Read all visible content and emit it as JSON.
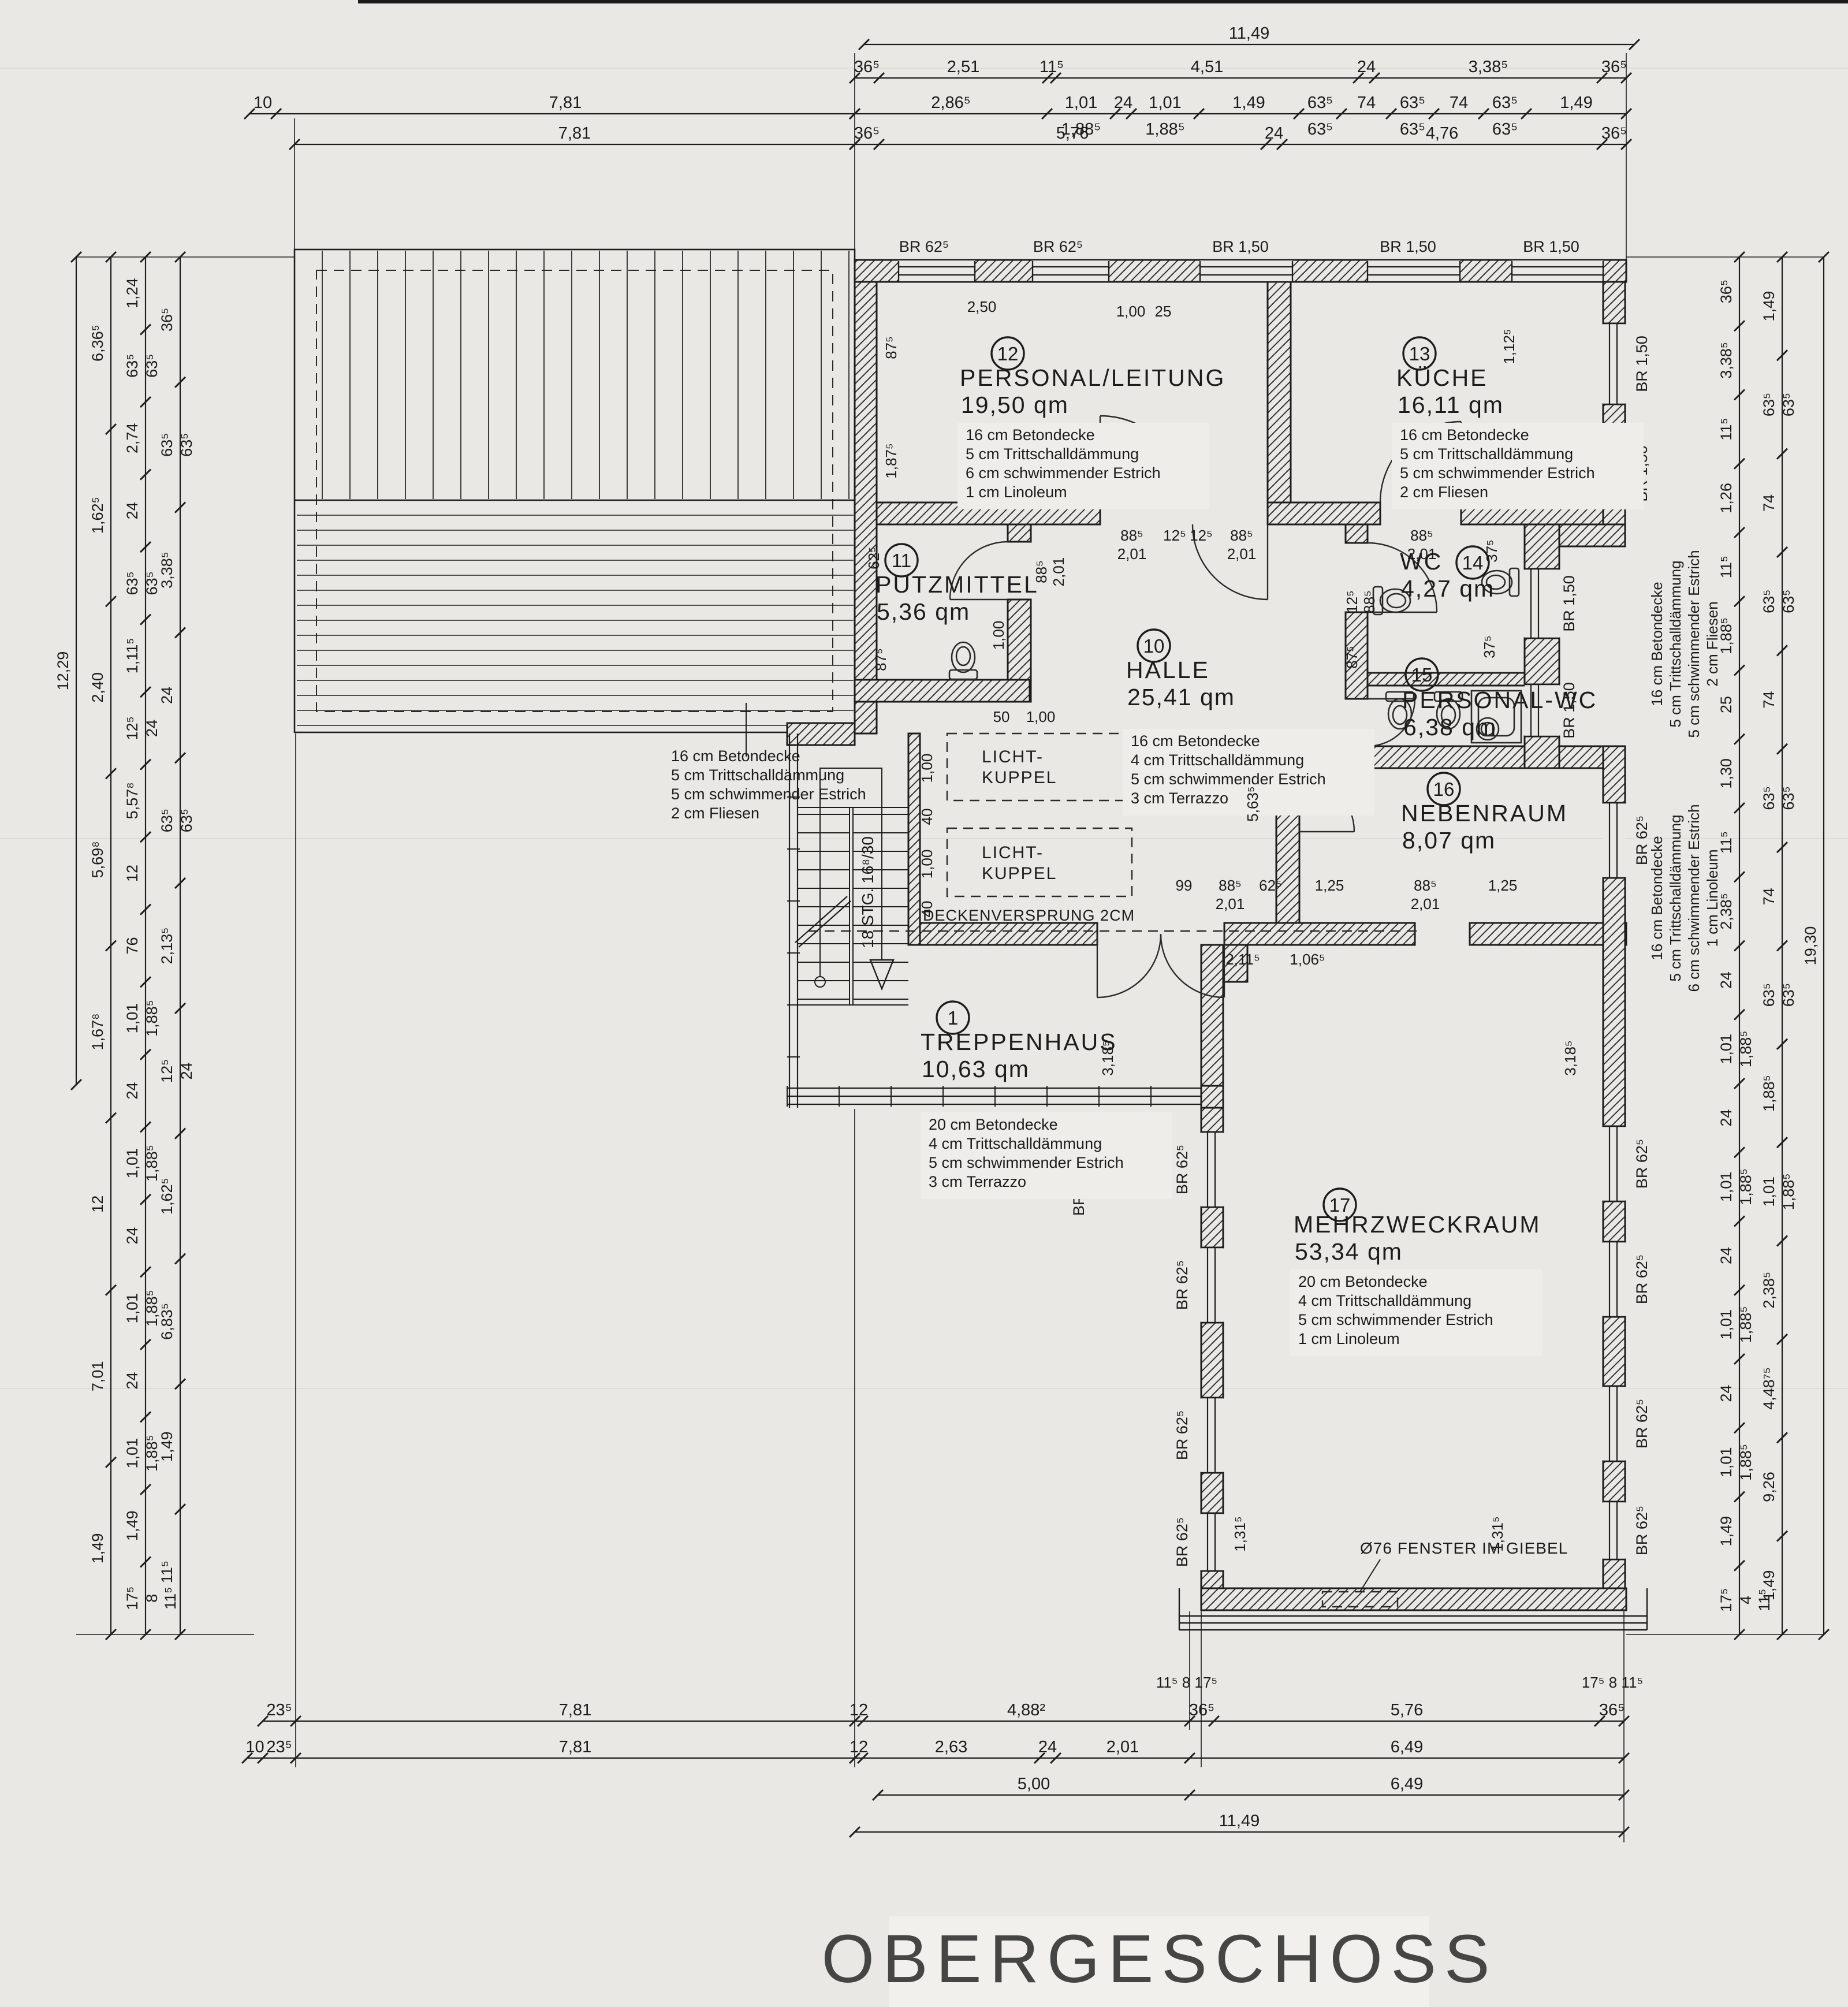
{
  "title": "OBERGESCHOSS",
  "rooms": [
    {
      "number": "12",
      "name": "PERSONAL/LEITUNG",
      "area": "19,50 qm",
      "specs": [
        "16 cm Betondecke",
        "5   cm Trittschalldämmung",
        "6   cm schwimmender Estrich",
        "1   cm Linoleum"
      ]
    },
    {
      "number": "13",
      "name": "KÜCHE",
      "area": "16,11 qm",
      "specs": [
        "16 cm Betondecke",
        "5   cm Trittschalldämmung",
        "5   cm schwimmender Estrich",
        "2   cm Fliesen"
      ]
    },
    {
      "number": "11",
      "name": "PUTZMITTEL",
      "area": "5,36 qm",
      "specs": []
    },
    {
      "number": "10",
      "name": "HALLE",
      "area": "25,41 qm",
      "specs": [
        "16 cm Betondecke",
        "4   cm Trittschalldämmung",
        "5   cm schwimmender Estrich",
        "3   cm Terrazzo"
      ]
    },
    {
      "number": "14",
      "name": "WC",
      "area": "4,27 qm",
      "specs": []
    },
    {
      "number": "15",
      "name": "PERSONAL-WC",
      "area": "6,38 qm",
      "specs": []
    },
    {
      "number": "16",
      "name": "NEBENRAUM",
      "area": "8,07 qm",
      "specs": []
    },
    {
      "number": "17",
      "name": "MEHRZWECKRAUM",
      "area": "53,34 qm",
      "specs": [
        "20 cm Betondecke",
        "4   cm Trittschalldämmung",
        "5   cm schwimmender Estrich",
        "1   cm Linoleum"
      ]
    },
    {
      "number": "1",
      "name": "TREPPENHAUS",
      "area": "10,63 qm",
      "specs": [
        "20 cm Betondecke",
        "4   cm Trittschalldämmung",
        "5   cm schwimmender Estrich",
        "3   cm Terrazzo"
      ]
    }
  ],
  "side_specs": {
    "left": [
      "16 cm Betondecke",
      "5   cm Trittschalldämmung",
      "5   cm schwimmender Estrich",
      "2   cm Fliesen"
    ],
    "right_wc": [
      "16 cm Betondecke",
      "5   cm Trittschalldämmung",
      "5   cm schwimmender Estrich",
      "2   cm Fliesen"
    ],
    "right_nebenraum": [
      "16 cm Betondecke",
      "5   cm Trittschalldämmung",
      "6   cm schwimmender Estrich",
      "1   cm Linoleum"
    ]
  },
  "notes": {
    "licht_kuppel": "LICHT-\nKUPPEL",
    "deckenversprung": "DECKENVERSPRUNG 2CM",
    "fenster_giebel": "Ø76 FENSTER IM GIEBEL",
    "stair": "18 STG. 16⁸/30"
  },
  "window_labels": [
    "BR 62⁵",
    "BR 62⁵",
    "BR 1,50",
    "BR 1,50",
    "BR 1,50",
    "BR 1,50",
    "BR 1,50",
    "BR 1,50",
    "BR 1,50",
    "BR 62⁵",
    "BR 62⁵",
    "BR 62⁵",
    "BR 62⁵",
    "BR 62⁵",
    "BR 62⁵",
    "BR 62⁵",
    "BR 62⁵",
    "BR 62⁵",
    "BR 62⁵"
  ],
  "dim_chains": {
    "top_total": [
      "11,49"
    ],
    "top_r1": [
      "36⁵",
      "2,51",
      "11⁵",
      "4,51",
      "24",
      "3,38⁵",
      "36⁵"
    ],
    "top_r2": [
      "2,86⁵",
      "1,01|1,88⁵",
      "24",
      "1,01|1,88⁵",
      "1,49",
      "63⁵|63⁵",
      "74",
      "63⁵|63⁵",
      "74",
      "63⁵|63⁵",
      "1,49"
    ],
    "top_r3": [
      "36⁵",
      "5,76",
      "24",
      "4,76",
      "36⁵"
    ],
    "top_l1": [
      "10",
      "7,81"
    ],
    "top_l2": [
      "7,81"
    ],
    "bot_1": [
      "23⁵",
      "7,81",
      "12",
      "4,88²",
      "36⁵",
      "5,76",
      "36⁵"
    ],
    "bot_2": [
      "10",
      "23⁵",
      "7,81",
      "12",
      "2,63",
      "24",
      "2,01",
      "6,49"
    ],
    "bot_3": [
      "5,00",
      "6,49"
    ],
    "bot_4": [
      "11,49"
    ],
    "left_1": [
      "12,29"
    ],
    "left_2": [
      "6,36⁵",
      "1,62⁵",
      "2,40",
      "5,69⁸",
      "1,67⁸",
      "12",
      "7,01",
      "1,49"
    ],
    "left_3": [
      "1,24",
      "63⁵|63⁵",
      "2,74",
      "24",
      "63⁵|63⁵",
      "1,11⁵",
      "12⁵|24",
      "5,57⁸",
      "12",
      "76",
      "1,01|1,88⁵",
      "24",
      "1,01|1,88⁵",
      "24",
      "1,01|1,88⁵",
      "24",
      "1,01|1,88⁵",
      "1,49",
      "17⁵|8|11⁵"
    ],
    "left_4": [
      "36⁵",
      "63⁵|63⁵",
      "3,38⁵",
      "24",
      "63⁵|63⁵",
      "2,13⁵",
      "12⁵|24",
      "1,62⁵",
      "6,83⁵",
      "1,49",
      "11⁵"
    ],
    "right_1": [
      "36⁵",
      "3,38⁵",
      "11⁵",
      "1,26",
      "11⁵",
      "1,88⁵",
      "25",
      "1,30",
      "11⁵",
      "2,38⁵",
      "24",
      "1,01|1,88⁵",
      "24",
      "1,01|1,88⁵",
      "24",
      "1,01|1,88⁵",
      "24",
      "1,01|1,88⁵",
      "1,49",
      "17⁵|4|11⁵"
    ],
    "right_2": [
      "1,49",
      "63⁵|63⁵",
      "74",
      "63⁵|63⁵",
      "74",
      "63⁵|63⁵",
      "74",
      "63⁵|63⁵",
      "1,88⁵",
      "1,01|1,88⁵",
      "2,38⁵",
      "4,48⁷⁵",
      "9,26",
      "1,49"
    ],
    "right_3": [
      "19,30"
    ]
  },
  "inline_dims": [
    "2,50",
    "1,00",
    "25",
    "87⁵",
    "1,87⁵",
    "1,12⁵",
    "88⁵|2,01",
    "12⁵",
    "12⁵",
    "88⁵|2,01",
    "88⁵|2,01",
    "88⁵|2,01",
    "62⁵",
    "1,00",
    "87⁵",
    "12⁵|88⁵",
    "87⁵",
    "37⁵",
    "37⁵",
    "5,63⁵",
    "50",
    "1,00",
    "1,00",
    "40",
    "1,00",
    "40",
    "99",
    "88⁵|2,01",
    "62⁵",
    "1,25",
    "88⁵|2,01",
    "1,25",
    "2,11⁵",
    "1,06⁵",
    "3,18⁵",
    "3,18⁵",
    "1,31⁵",
    "1,31⁵",
    "11⁵ 8 17⁵",
    "17⁵ 8 11⁵"
  ]
}
